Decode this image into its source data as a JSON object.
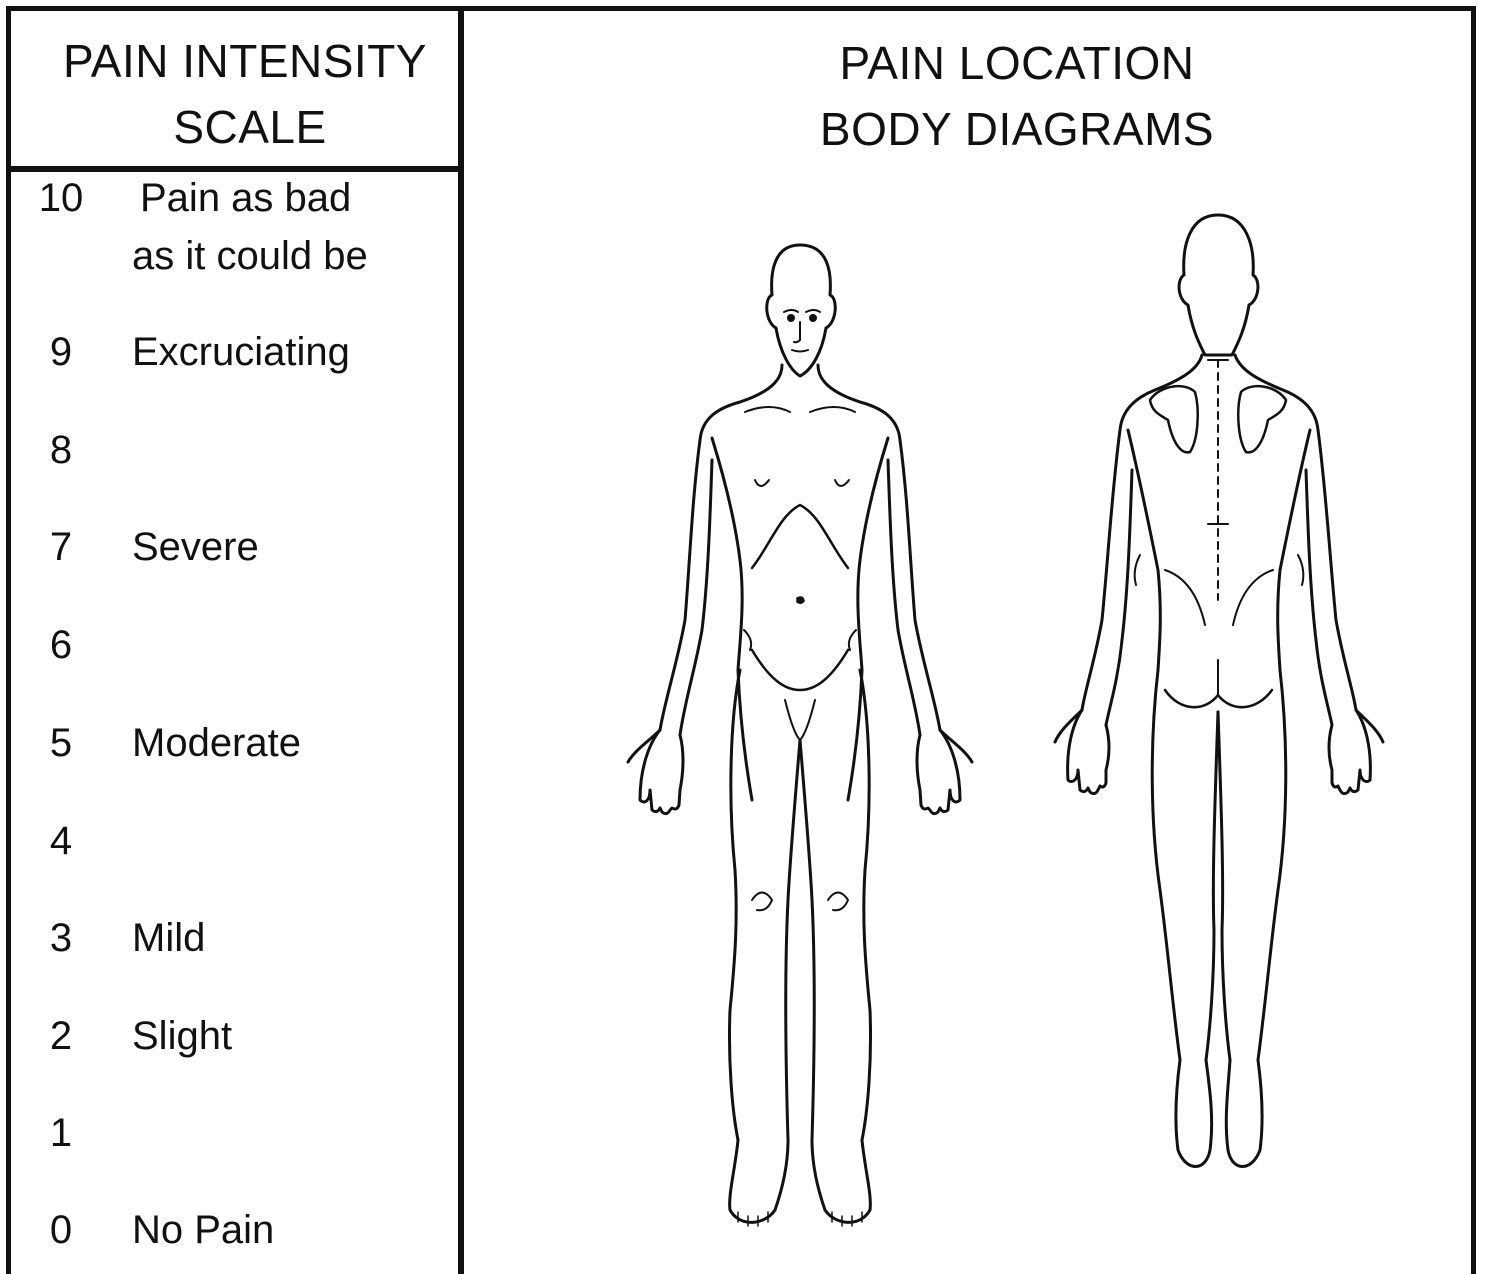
{
  "left_header": {
    "line1": "PAIN INTENSITY",
    "line2": "SCALE"
  },
  "right_header": {
    "line1": "PAIN LOCATION",
    "line2": "BODY DIAGRAMS"
  },
  "scale": [
    {
      "number": "10",
      "label": " Pain as bad",
      "label2": "as it could be"
    },
    {
      "number": "9",
      "label": "Excruciating"
    },
    {
      "number": "8",
      "label": ""
    },
    {
      "number": "7",
      "label": "Severe"
    },
    {
      "number": "6",
      "label": ""
    },
    {
      "number": "5",
      "label": "Moderate"
    },
    {
      "number": "4",
      "label": ""
    },
    {
      "number": "3",
      "label": "Mild"
    },
    {
      "number": "2",
      "label": "Slight"
    },
    {
      "number": "1",
      "label": ""
    },
    {
      "number": "0",
      "label": "No Pain"
    }
  ],
  "figures": {
    "front": "body-front-view",
    "back": "body-back-view"
  }
}
